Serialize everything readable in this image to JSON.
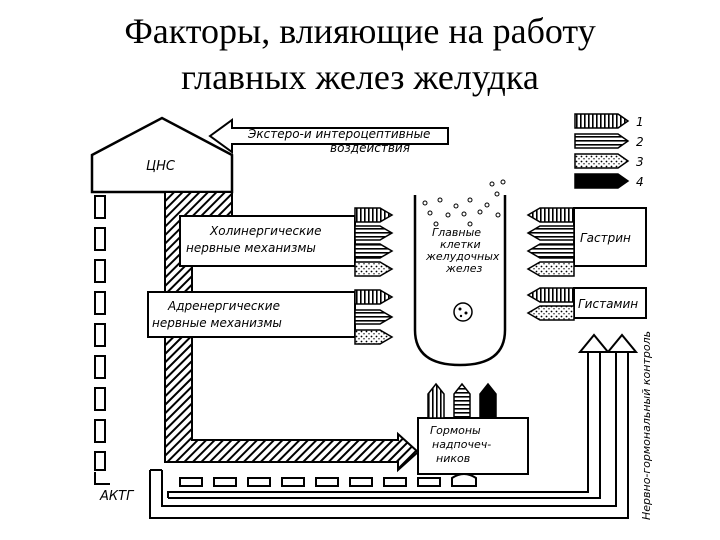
{
  "title": {
    "line1": "Факторы, влияющие на работу",
    "line2": "главных желез желудка"
  },
  "diagram": {
    "cns_label": "ЦНС",
    "extero_line1": "Экстеро-и интероцептивные",
    "extero_line2": "воздействия",
    "legend": [
      "1",
      "2",
      "3",
      "4"
    ],
    "cholinergic_line1": "Холинергические",
    "cholinergic_line2": "нервные механизмы",
    "adrenergic_line1": "Адренергические",
    "adrenergic_line2": "нервные механизмы",
    "glands_line1": "Главные",
    "glands_line2": "клетки",
    "glands_line3": "желудочных",
    "glands_line4": "желез",
    "gastrin": "Гастрин",
    "histamine": "Гистамин",
    "hormones_line1": "Гормоны",
    "hormones_line2": "надпочеч-",
    "hormones_line3": "ников",
    "actg": "АКТГ",
    "vertical_label": "Нервно-гормональный контроль"
  }
}
